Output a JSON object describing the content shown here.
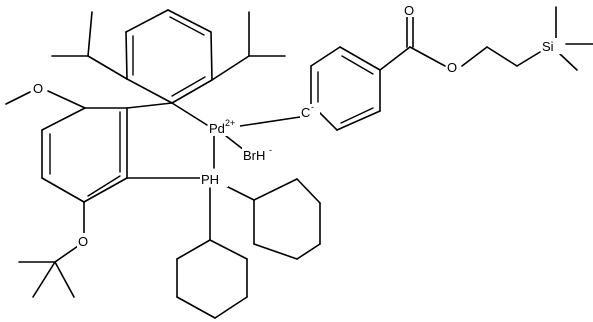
{
  "labels": {
    "methoxy_o": "O",
    "pd": "Pd",
    "pd_charge": "2+",
    "brh": "BrH",
    "brh_charge": "-",
    "ph": "PH",
    "ether_o": "O",
    "carbanion_c": "C",
    "carbanion_charge": "-",
    "carbonyl_o": "O",
    "ester_o": "O",
    "si": "Si"
  }
}
